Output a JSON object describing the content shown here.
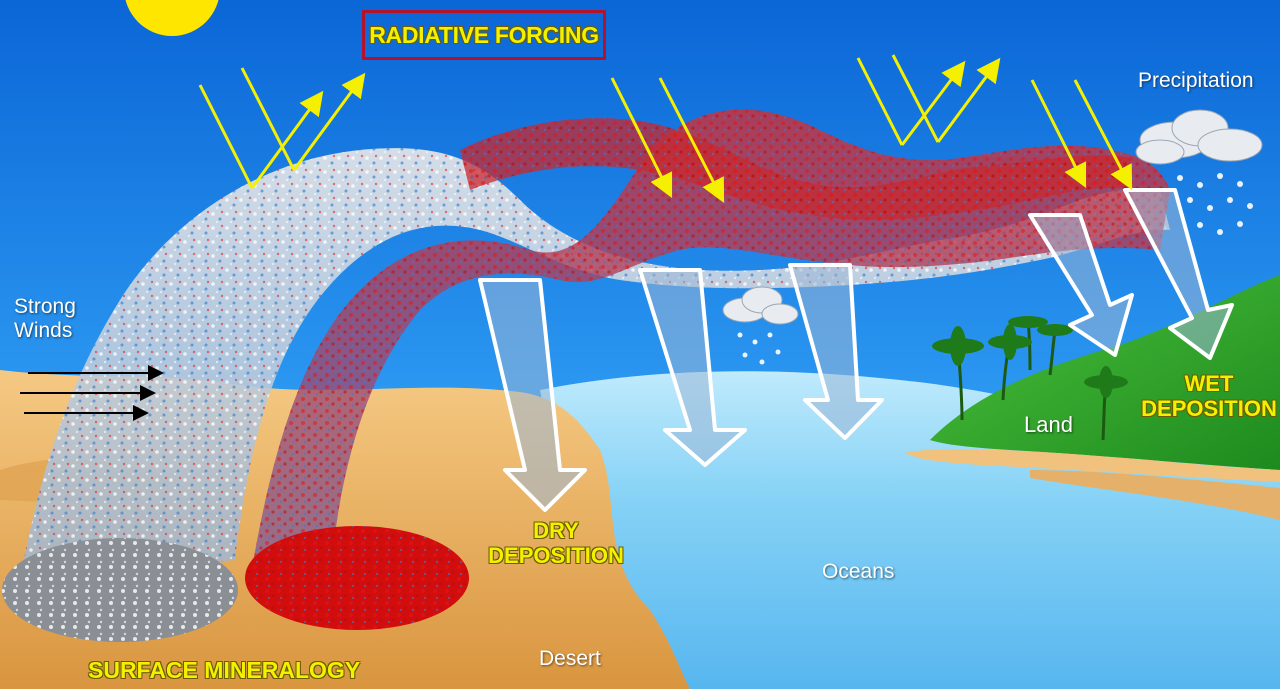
{
  "title": "RADIATIVE FORCING",
  "labels": {
    "precipitation": "Precipitation",
    "strong_winds_line1": "Strong",
    "strong_winds_line2": "Winds",
    "land": "Land",
    "wet_deposition_line1": "WET",
    "wet_deposition_line2": "DEPOSITION",
    "dry_deposition_line1": "DRY",
    "dry_deposition_line2": "DEPOSITION",
    "oceans": "Oceans",
    "desert": "Desert",
    "surface_mineralogy": "SURFACE MINERALOGY"
  },
  "colors": {
    "sky": "#0a6fd8",
    "sun": "#ffe600",
    "sunlight_arrows": "#f4f000",
    "red_dust": "#d81414",
    "grey_dust": "#c8cdd4",
    "ocean": "#7fd0f5",
    "sand": "#e8b466",
    "land": "#2fa82a",
    "title_border": "#b4122a",
    "label_yellow": "#f2f200"
  },
  "icons": [
    "sun-icon",
    "rain-cloud-icon",
    "palm-tree-icon",
    "wind-arrow-icon",
    "sunlight-arrow-icon",
    "deposition-arrow-icon"
  ]
}
